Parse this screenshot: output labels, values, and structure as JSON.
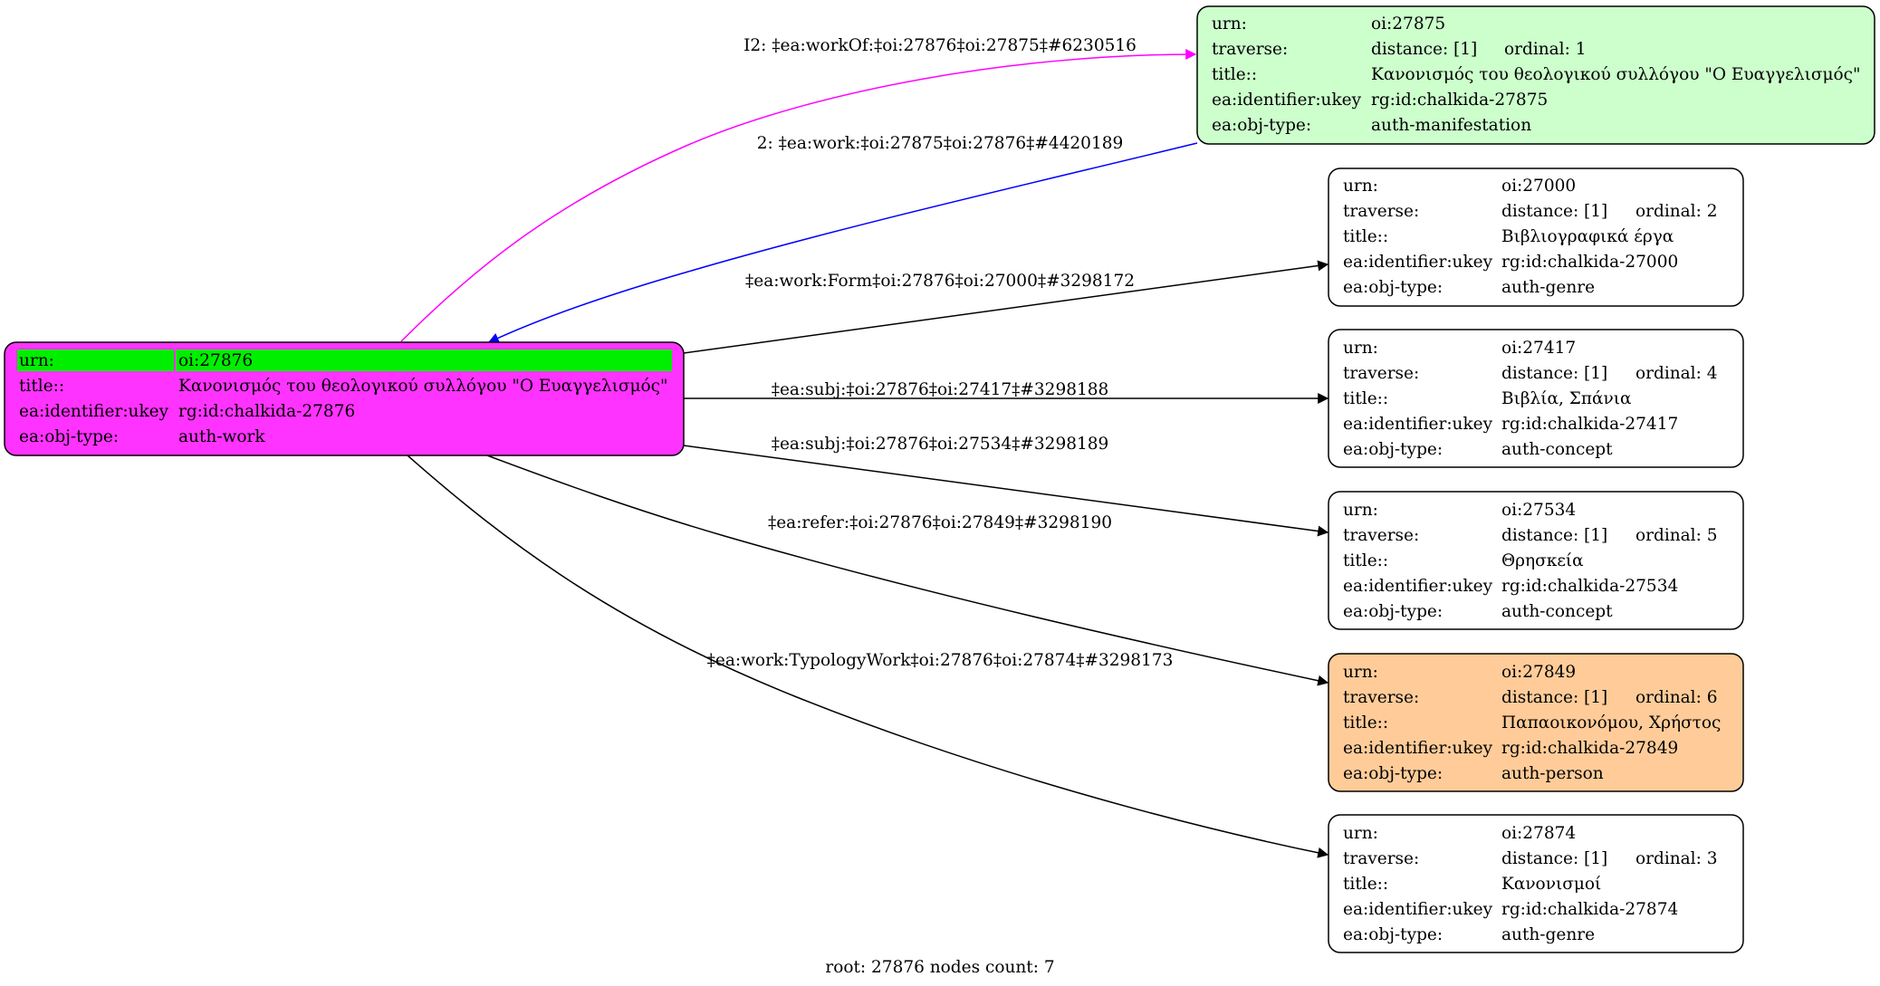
{
  "diagram": {
    "caption": "root: 27876 nodes count: 7",
    "nodes": [
      {
        "id": "n27876",
        "fill": "#ff33ff",
        "highlight": "#00ee00",
        "rows": [
          [
            "urn:",
            "oi:27876"
          ],
          [
            "title::",
            "Κανονισμός του θεολογικού συλλόγου \"Ο Ευαγγελισμός\""
          ],
          [
            "ea:identifier:ukey",
            "rg:id:chalkida-27876"
          ],
          [
            "ea:obj-type:",
            "auth-work"
          ]
        ]
      },
      {
        "id": "n27875",
        "fill": "#ccffcc",
        "rows": [
          [
            "urn:",
            "oi:27875"
          ],
          [
            "traverse:",
            "distance: [1]",
            "ordinal: 1"
          ],
          [
            "title::",
            "Κανονισμός του θεολογικού συλλόγου \"Ο Ευαγγελισμός\""
          ],
          [
            "ea:identifier:ukey",
            "rg:id:chalkida-27875"
          ],
          [
            "ea:obj-type:",
            "auth-manifestation"
          ]
        ]
      },
      {
        "id": "n27000",
        "fill": "#ffffff",
        "rows": [
          [
            "urn:",
            "oi:27000"
          ],
          [
            "traverse:",
            "distance: [1]",
            "ordinal: 2"
          ],
          [
            "title::",
            "Βιβλιογραφικά έργα"
          ],
          [
            "ea:identifier:ukey",
            "rg:id:chalkida-27000"
          ],
          [
            "ea:obj-type:",
            "auth-genre"
          ]
        ]
      },
      {
        "id": "n27417",
        "fill": "#ffffff",
        "rows": [
          [
            "urn:",
            "oi:27417"
          ],
          [
            "traverse:",
            "distance: [1]",
            "ordinal: 4"
          ],
          [
            "title::",
            "Βιβλία, Σπάνια"
          ],
          [
            "ea:identifier:ukey",
            "rg:id:chalkida-27417"
          ],
          [
            "ea:obj-type:",
            "auth-concept"
          ]
        ]
      },
      {
        "id": "n27534",
        "fill": "#ffffff",
        "rows": [
          [
            "urn:",
            "oi:27534"
          ],
          [
            "traverse:",
            "distance: [1]",
            "ordinal: 5"
          ],
          [
            "title::",
            "Θρησκεία"
          ],
          [
            "ea:identifier:ukey",
            "rg:id:chalkida-27534"
          ],
          [
            "ea:obj-type:",
            "auth-concept"
          ]
        ]
      },
      {
        "id": "n27849",
        "fill": "#ffcc99",
        "rows": [
          [
            "urn:",
            "oi:27849"
          ],
          [
            "traverse:",
            "distance: [1]",
            "ordinal: 6"
          ],
          [
            "title::",
            "Παπαοικονόμου, Χρήστος"
          ],
          [
            "ea:identifier:ukey",
            "rg:id:chalkida-27849"
          ],
          [
            "ea:obj-type:",
            "auth-person"
          ]
        ]
      },
      {
        "id": "n27874",
        "fill": "#ffffff",
        "rows": [
          [
            "urn:",
            "oi:27874"
          ],
          [
            "traverse:",
            "distance: [1]",
            "ordinal: 3"
          ],
          [
            "title::",
            "Κανονισμοί"
          ],
          [
            "ea:identifier:ukey",
            "rg:id:chalkida-27874"
          ],
          [
            "ea:obj-type:",
            "auth-genre"
          ]
        ]
      }
    ],
    "edges": [
      {
        "id": "e-workof",
        "from": "n27876",
        "to": "n27875",
        "color": "#ff00ff",
        "label": "I2: ‡ea:workOf:‡oi:27876‡oi:27875‡#6230516"
      },
      {
        "id": "e-work",
        "from": "n27875",
        "to": "n27876",
        "color": "#0000ff",
        "label": "2: ‡ea:work:‡oi:27875‡oi:27876‡#4420189"
      },
      {
        "id": "e-form",
        "from": "n27876",
        "to": "n27000",
        "color": "#000000",
        "label": "‡ea:work:Form‡oi:27876‡oi:27000‡#3298172"
      },
      {
        "id": "e-subj-27417",
        "from": "n27876",
        "to": "n27417",
        "color": "#000000",
        "label": "‡ea:subj:‡oi:27876‡oi:27417‡#3298188"
      },
      {
        "id": "e-subj-27534",
        "from": "n27876",
        "to": "n27534",
        "color": "#000000",
        "label": "‡ea:subj:‡oi:27876‡oi:27534‡#3298189"
      },
      {
        "id": "e-refer",
        "from": "n27876",
        "to": "n27849",
        "color": "#000000",
        "label": "‡ea:refer:‡oi:27876‡oi:27849‡#3298190"
      },
      {
        "id": "e-typology",
        "from": "n27876",
        "to": "n27874",
        "color": "#000000",
        "label": "‡ea:work:TypologyWork‡oi:27876‡oi:27874‡#3298173"
      }
    ]
  }
}
